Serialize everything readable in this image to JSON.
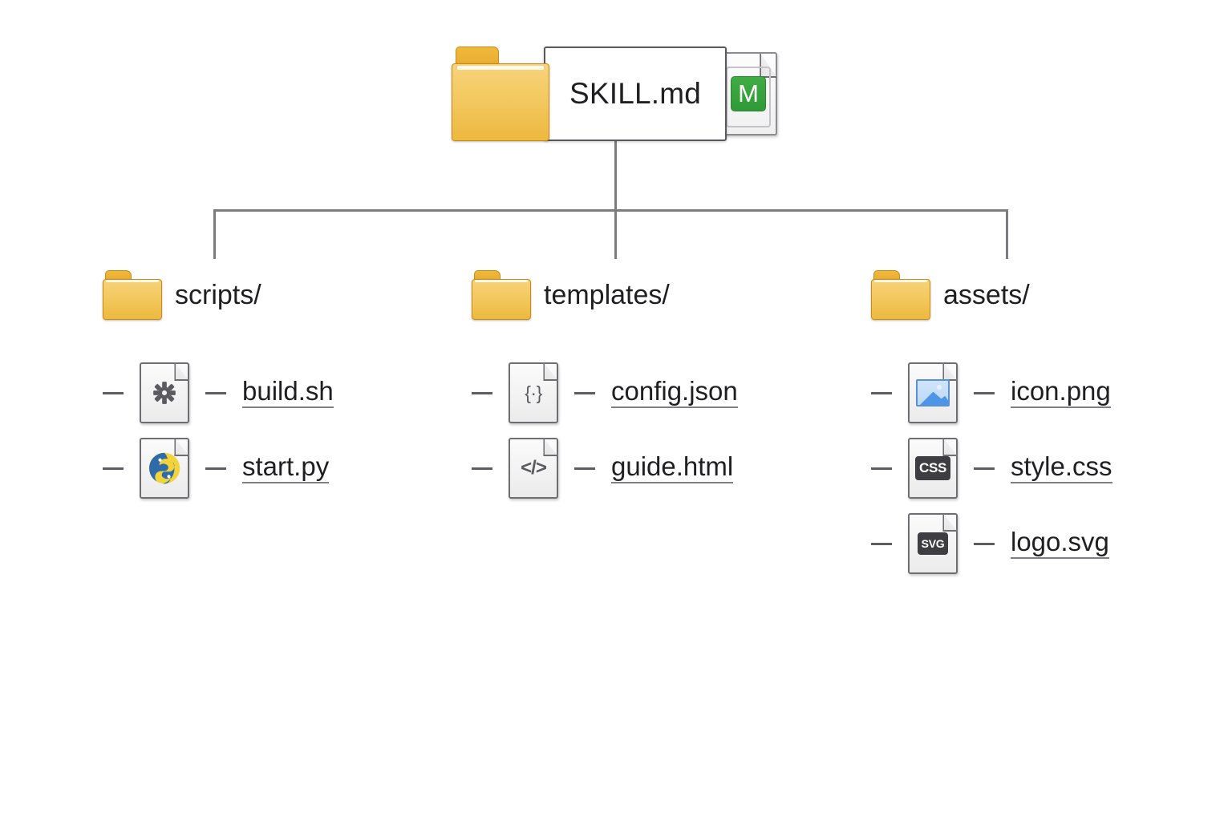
{
  "diagram": {
    "type": "file-tree",
    "background_color": "#ffffff",
    "connector_color": "#7b7b82",
    "text_color": "#1f1f22"
  },
  "root": {
    "folder_icon": "folder-icon",
    "title": "SKILL.md",
    "file_icon": "markdown-file-icon",
    "badge_letter": "M",
    "badge_color": "#34a23a"
  },
  "branches": [
    {
      "label": "scripts/",
      "icon": "folder-icon",
      "files": [
        {
          "name": "build.sh",
          "icon": "gear-file-icon",
          "glyph": "gear"
        },
        {
          "name": "start.py",
          "icon": "python-file-icon",
          "glyph": "python"
        }
      ]
    },
    {
      "label": "templates/",
      "icon": "folder-icon",
      "files": [
        {
          "name": "config.json",
          "icon": "json-file-icon",
          "glyph": "{·}"
        },
        {
          "name": "guide.html",
          "icon": "html-file-icon",
          "glyph": "</>"
        }
      ]
    },
    {
      "label": "assets/",
      "icon": "folder-icon",
      "files": [
        {
          "name": "icon.png",
          "icon": "image-file-icon",
          "glyph": "image"
        },
        {
          "name": "style.css",
          "icon": "css-file-icon",
          "glyph": "CSS"
        },
        {
          "name": "logo.svg",
          "icon": "svg-file-icon",
          "glyph": "SVG"
        }
      ]
    }
  ]
}
